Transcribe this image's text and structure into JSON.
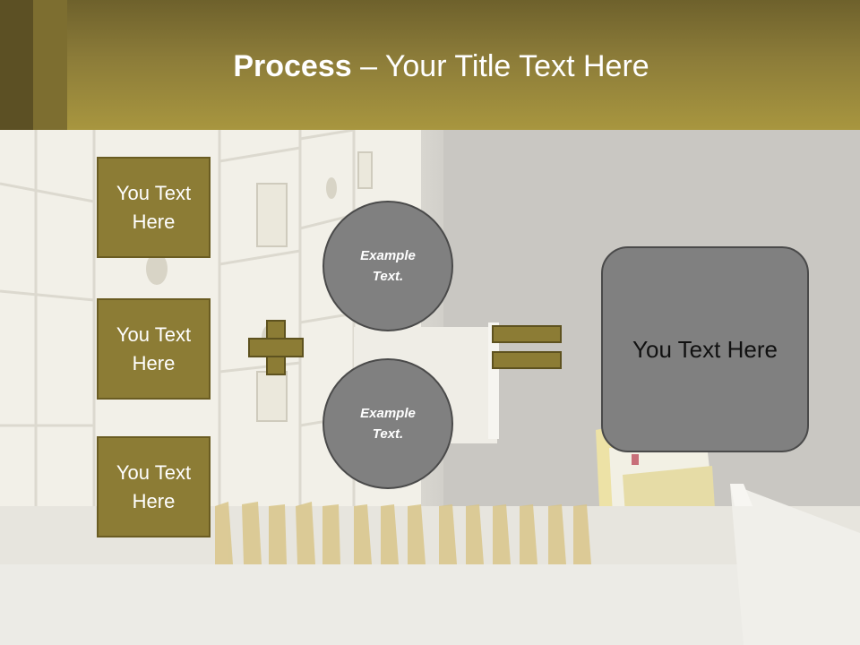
{
  "title": {
    "bold": "Process",
    "separator": " – ",
    "rest": "Your Title Text Here"
  },
  "left_boxes": [
    {
      "line1": "You Text",
      "line2": "Here"
    },
    {
      "line1": "You Text",
      "line2": "Here"
    },
    {
      "line1": "You Text",
      "line2": "Here"
    }
  ],
  "circles": [
    {
      "line1": "Example",
      "line2": "Text."
    },
    {
      "line1": "Example",
      "line2": "Text."
    }
  ],
  "result": {
    "label": "You Text Here"
  },
  "colors": {
    "header": "#8c7c39",
    "olive_box": "#8c7c35",
    "circle_fill": "#808080",
    "result_fill": "#808080"
  }
}
